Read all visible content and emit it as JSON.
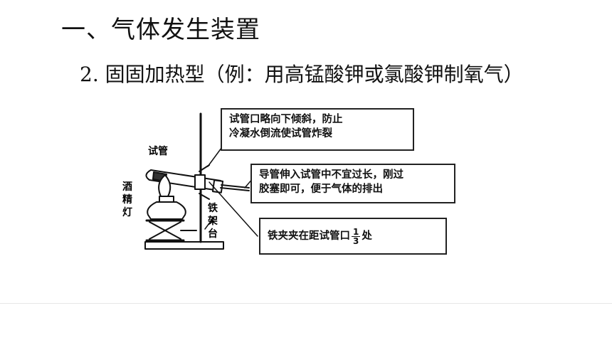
{
  "heading": "一、气体发生装置",
  "subheading": "2. 固固加热型（例：用高锰酸钾或氯酸钾制氧气）",
  "diagram": {
    "labels": {
      "test_tube": "试管",
      "alcohol_lamp": [
        "酒",
        "精",
        "灯"
      ],
      "iron_stand": [
        "铁",
        "架",
        "台"
      ]
    },
    "callouts": {
      "tube_mouth": [
        "试管口略向下倾斜，防止",
        "冷凝水倒流使试管炸裂"
      ],
      "delivery_tube": [
        "导管伸入试管中不宜过长，刚过",
        "胶塞即可，便于气体的排出"
      ],
      "clamp": {
        "text": "铁夹夹在距试管口",
        "frac_num": "1",
        "frac_den": "3",
        "suffix": "处"
      }
    }
  }
}
